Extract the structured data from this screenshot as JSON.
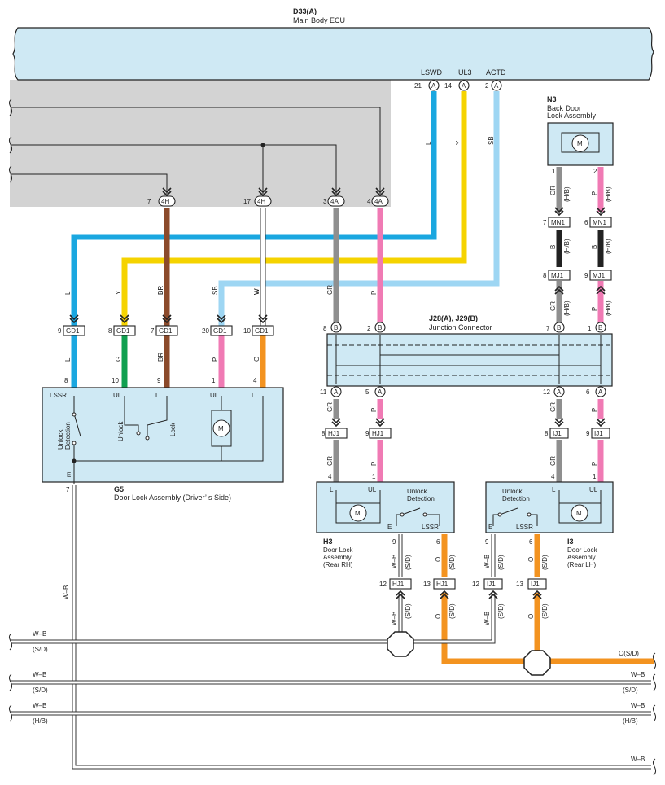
{
  "colors": {
    "L": "#1aa7e0",
    "Y": "#f5d300",
    "SB": "#9ed6f3",
    "BR": "#8b4a2b",
    "W": "#ffffff",
    "GR": "#8f8f8f",
    "P": "#f07ab4",
    "G": "#10a050",
    "O": "#f39320",
    "B": "#222222",
    "ecu_fill": "#cfe9f4",
    "shade": "#d3d3d3"
  },
  "ecu": {
    "id": "D33(A)",
    "name": "Main Body ECU",
    "terms": [
      {
        "name": "LSWD",
        "pin": "21",
        "c": "A"
      },
      {
        "name": "UL3",
        "pin": "14",
        "c": "A"
      },
      {
        "name": "ACTD",
        "pin": "2",
        "c": "A"
      }
    ]
  },
  "ecu_wires": [
    "L",
    "Y",
    "SB"
  ],
  "gw_pins": [
    {
      "pin": "7",
      "c": "4H"
    },
    {
      "pin": "17",
      "c": "4H"
    },
    {
      "pin": "3",
      "c": "4A"
    },
    {
      "pin": "4",
      "c": "4A"
    }
  ],
  "gw_wires": [
    "BR",
    "W",
    "GR",
    "P"
  ],
  "gd1": {
    "upper": [
      "L",
      "Y",
      "BR",
      "SB",
      "W"
    ],
    "pins": [
      "9",
      "8",
      "7",
      "20",
      "10"
    ],
    "c": "GD1",
    "lower": [
      "L",
      "G",
      "BR",
      "P",
      "O"
    ]
  },
  "g5": {
    "id": "G5",
    "name": "Door Lock Assembly (Driver’ s Side)",
    "pins": [
      "8",
      "10",
      "9",
      "1",
      "4"
    ],
    "terms": [
      "LSSR",
      "UL",
      "L",
      "UL",
      "L"
    ],
    "e_term": "E",
    "e_pin": "7",
    "unlock_detection": "Unlock\nDetection",
    "unlock": "Unlock",
    "lock": "Lock",
    "motor": "M"
  },
  "n3": {
    "id": "N3",
    "name": "Back Door\nLock Assembly",
    "motor": "M",
    "pins": [
      "1",
      "2"
    ],
    "wires": [
      "GR",
      "P"
    ],
    "suffix": "(H/B)",
    "mn1_pins": [
      "7",
      "6"
    ],
    "mn1": "MN1",
    "mid_wires": [
      "B",
      "B"
    ],
    "mj1_pins": [
      "8",
      "9"
    ],
    "mj1": "MJ1",
    "low_wires": [
      "GR",
      "P"
    ]
  },
  "jc": {
    "id": "J28(A), J29(B)",
    "name": "Junction Connector",
    "top_pins": [
      {
        "pin": "8",
        "c": "B"
      },
      {
        "pin": "2",
        "c": "B"
      },
      {
        "pin": "7",
        "c": "B"
      },
      {
        "pin": "1",
        "c": "B"
      }
    ],
    "bot_pins": [
      {
        "pin": "11",
        "c": "A"
      },
      {
        "pin": "5",
        "c": "A"
      },
      {
        "pin": "12",
        "c": "A"
      },
      {
        "pin": "6",
        "c": "A"
      }
    ]
  },
  "rh": {
    "id": "H3",
    "name": "Door Lock\nAssembly\n(Rear RH)",
    "hj1_pins": [
      "8",
      "9"
    ],
    "hj1": "HJ1",
    "wires": [
      "GR",
      "P"
    ],
    "pins": [
      "4",
      "1"
    ],
    "terms": [
      "L",
      "UL",
      "E",
      "LSSR"
    ],
    "unlock_detection": "Unlock\nDetection",
    "motor": "M",
    "bot_pins": [
      "9",
      "6"
    ],
    "bot_wires": [
      "W–B",
      "O"
    ],
    "bot_suffix": "(S/D)",
    "hj1b_pins": [
      "12",
      "13"
    ]
  },
  "lh": {
    "id": "I3",
    "name": "Door Lock\nAssembly\n(Rear LH)",
    "ij1_pins": [
      "8",
      "9"
    ],
    "ij1": "IJ1",
    "wires": [
      "GR",
      "P"
    ],
    "pins": [
      "4",
      "1"
    ],
    "terms": [
      "L",
      "UL",
      "E",
      "LSSR"
    ],
    "unlock_detection": "Unlock\nDetection",
    "motor": "M",
    "bot_pins": [
      "9",
      "6"
    ],
    "bot_wires": [
      "W–B",
      "O"
    ],
    "bot_suffix": "(S/D)",
    "ij1b_pins": [
      "12",
      "13"
    ]
  },
  "gnd_wire": "W–B",
  "bus": [
    {
      "left": "W–B",
      "left2": "(S/D)",
      "right": "",
      "right2": ""
    },
    {
      "left": "",
      "left2": "",
      "right": "O(S/D)",
      "right2": ""
    },
    {
      "left": "W–B",
      "left2": "(S/D)",
      "right": "W–B",
      "right2": "(S/D)"
    },
    {
      "left": "W–B",
      "left2": "(H/B)",
      "right": "W–B",
      "right2": "(H/B)"
    },
    {
      "left": "",
      "left2": "",
      "right": "W–B",
      "right2": ""
    }
  ]
}
